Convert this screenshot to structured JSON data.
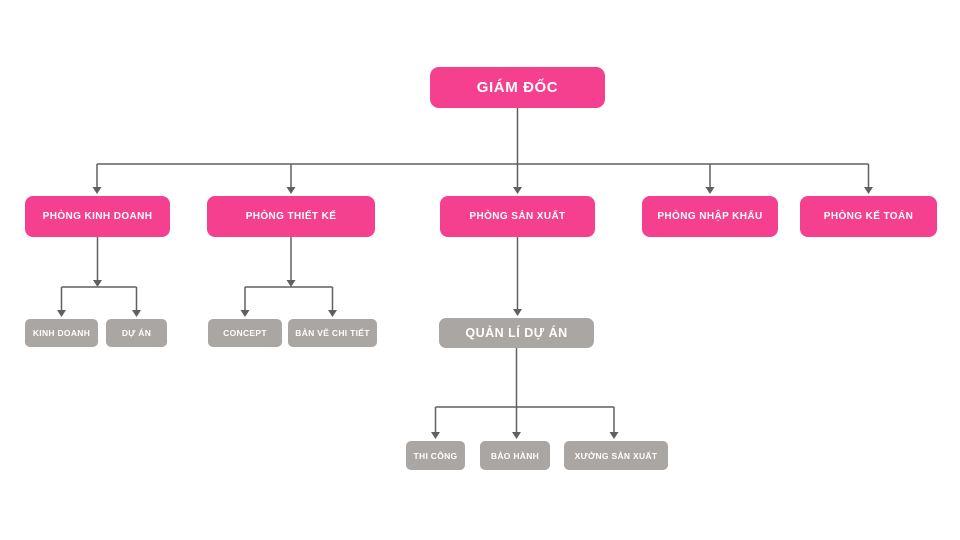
{
  "org_chart": {
    "root": {
      "label": "GIÁM ĐỐC"
    },
    "departments": [
      {
        "label": "PHÒNG KINH DOANH",
        "children": [
          {
            "label": "KINH DOANH"
          },
          {
            "label": "DỰ ÁN"
          }
        ]
      },
      {
        "label": "PHÒNG THIẾT KẾ",
        "children": [
          {
            "label": "CONCEPT"
          },
          {
            "label": "BẢN VẼ CHI TIẾT"
          }
        ]
      },
      {
        "label": "PHÒNG SẢN XUẤT",
        "children": [
          {
            "label": "QUẢN LÍ DỰ ÁN",
            "children": [
              {
                "label": "THI CÔNG"
              },
              {
                "label": "BẢO HÀNH"
              },
              {
                "label": "XƯỞNG SẢN XUẤT"
              }
            ]
          }
        ]
      },
      {
        "label": "PHÒNG NHẬP KHẨU",
        "children": []
      },
      {
        "label": "PHÒNG KẾ TOÁN",
        "children": []
      }
    ],
    "colors": {
      "primary": "#F4408E",
      "secondary": "#A9A6A3",
      "connector": "#606060",
      "node_text": "#FFFFFF",
      "background": "#FFFFFF"
    }
  }
}
